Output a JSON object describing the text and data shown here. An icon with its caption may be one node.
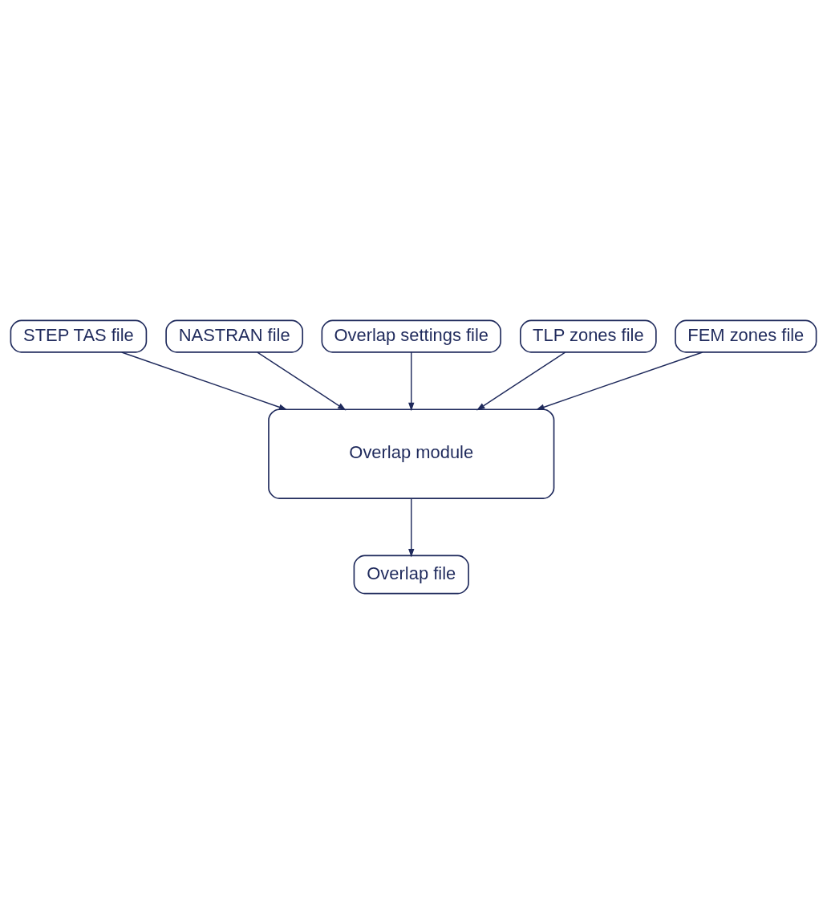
{
  "diagram": {
    "nodes": [
      {
        "text": [
          "STEP TAS file"
        ]
      },
      {
        "text": [
          "Overlap settings file"
        ]
      },
      {
        "text": [
          "FEM zones file"
        ]
      },
      {
        "text": [
          "NASTRAN file"
        ]
      },
      {
        "text": [
          "TLP zones file"
        ]
      },
      {
        "text": [
          "Overlap module"
        ]
      },
      {
        "text": [
          "Overlap file"
        ]
      }
    ],
    "edges": [
      {
        "from": 0,
        "to": 5,
        "arrow": "to"
      },
      {
        "from": 3,
        "to": 5,
        "arrow": "to"
      },
      {
        "from": 1,
        "to": 5,
        "arrow": "to"
      },
      {
        "from": 4,
        "to": 5,
        "arrow": "to"
      },
      {
        "from": 2,
        "to": 5,
        "arrow": "to"
      },
      {
        "from": 5,
        "to": 6,
        "arrow": "to"
      }
    ]
  }
}
